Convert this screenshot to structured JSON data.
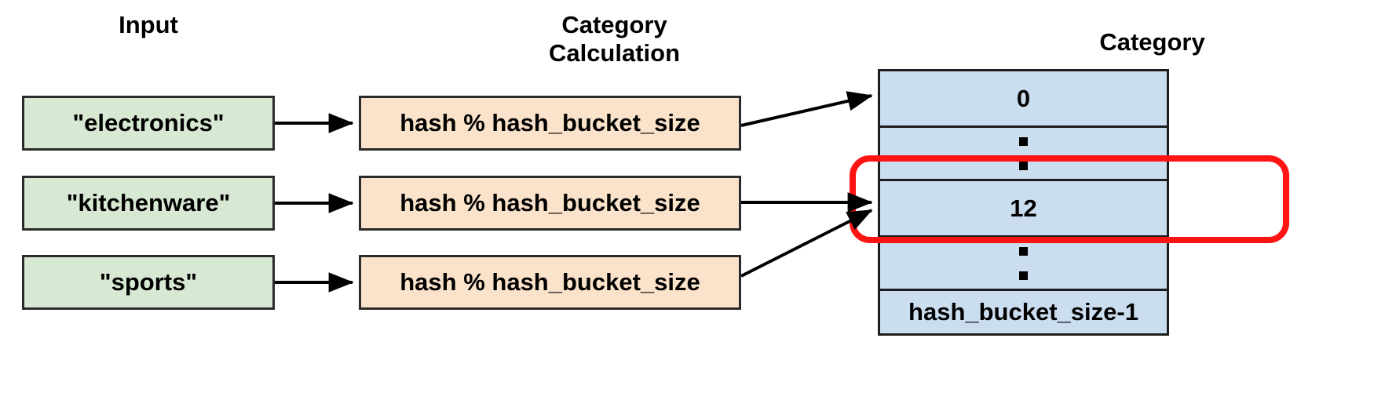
{
  "diagram": {
    "title_columns": {
      "input": "Input",
      "calculation": "Category\nCalculation",
      "category": "Category"
    },
    "colors": {
      "input_fill": "#d7e8d3",
      "calc_fill": "#fbe2ca",
      "bucket_fill": "#cbdef0",
      "border": "#2b2b2b",
      "highlight": "#ff1414",
      "arrow": "#000000"
    },
    "inputs": [
      {
        "label": "\"electronics\""
      },
      {
        "label": "\"kitchenware\""
      },
      {
        "label": "\"sports\""
      }
    ],
    "calculations": [
      {
        "label": "hash % hash_bucket_size"
      },
      {
        "label": "hash % hash_bucket_size"
      },
      {
        "label": "hash % hash_bucket_size"
      }
    ],
    "bucket_rows": [
      {
        "kind": "value",
        "label": "0"
      },
      {
        "kind": "dots",
        "label": ""
      },
      {
        "kind": "value",
        "label": "12"
      },
      {
        "kind": "dots",
        "label": ""
      },
      {
        "kind": "value",
        "label": "hash_bucket_size-1"
      }
    ],
    "highlighted_bucket": "12"
  }
}
